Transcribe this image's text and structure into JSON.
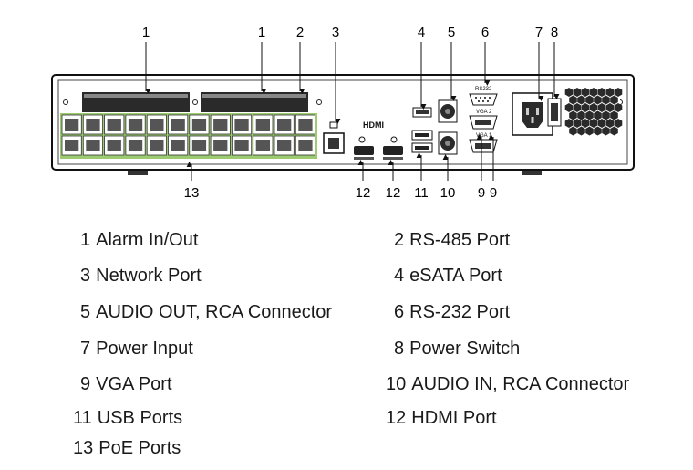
{
  "callouts": {
    "top": [
      "1",
      "1",
      "2",
      "3",
      "4",
      "5",
      "6",
      "7",
      "8"
    ],
    "bottom": [
      "13",
      "12",
      "12",
      "11",
      "10",
      "9",
      "9"
    ]
  },
  "panel_text": {
    "hdmi_logo": "HDMI",
    "rs232": "RS232",
    "vga2": "VGA 2",
    "vga1": "VGA 1"
  },
  "legend": [
    {
      "num": "1",
      "label": "Alarm In/Out"
    },
    {
      "num": "2",
      "label": "RS-485 Port"
    },
    {
      "num": "3",
      "label": "Network Port"
    },
    {
      "num": "4",
      "label": "eSATA Port"
    },
    {
      "num": "5",
      "label": "AUDIO OUT, RCA Connector"
    },
    {
      "num": "6",
      "label": "RS-232 Port"
    },
    {
      "num": "7",
      "label": "Power Input"
    },
    {
      "num": "8",
      "label": "Power Switch"
    },
    {
      "num": "9",
      "label": "VGA Port"
    },
    {
      "num": "10",
      "label": "AUDIO IN, RCA Connector"
    },
    {
      "num": "11",
      "label": "USB Ports"
    },
    {
      "num": "12",
      "label": "HDMI Port"
    },
    {
      "num": "13",
      "label": "PoE Ports"
    }
  ]
}
